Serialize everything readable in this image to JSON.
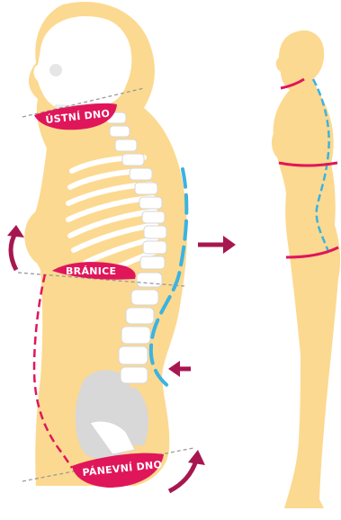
{
  "labels": {
    "oral_floor": "ÚSTNÍ DNO",
    "diaphragm": "BRÁNICE",
    "pelvic_floor": "PÁNEVNÍ DNO"
  },
  "colors": {
    "skin": "#fcd990",
    "bone": "#ffffff",
    "bone_shadow": "#d8d8d8",
    "accent": "#e0165a",
    "arrow": "#a7174f",
    "spine_line": "#3ab3e2",
    "guide_line": "#9a9a9a"
  },
  "icons": [
    "arrow-right-icon",
    "arrow-left-icon",
    "curved-arrow-up-icon"
  ]
}
